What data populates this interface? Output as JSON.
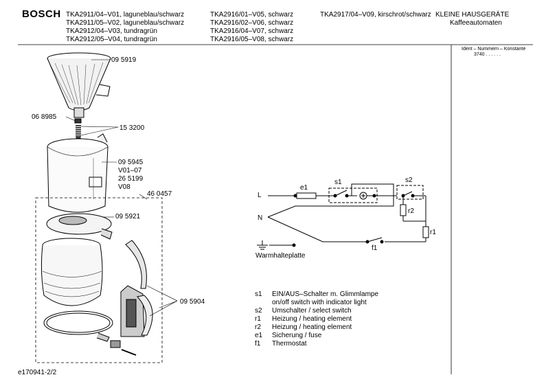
{
  "header": {
    "brand": "BOSCH",
    "models_col1": [
      "TKA2911/04–V01, laguneblau/schwarz",
      "TKA2911/05–V02, laguneblau/schwarz",
      "TKA2912/04–V03, tundragrün",
      "TKA2912/05–V04, tundragrün"
    ],
    "models_col2": [
      "TKA2916/01–V05, schwarz",
      "TKA2916/02–V06, schwarz",
      "TKA2916/04–V07, schwarz",
      "TKA2916/05–V08, schwarz"
    ],
    "model_col3": "TKA2917/04–V09, kirschrot/schwarz",
    "category": "KLEINE HAUSGERÄTE",
    "subcategory": "Kaffeeautomaten"
  },
  "ident": {
    "title": "Ident – Nummern – Konstante",
    "value": "3740 . . . . . ."
  },
  "parts": {
    "filter": "09 5919",
    "valve": "06 8985",
    "spring": "15 3200",
    "lid": "09 5945",
    "lid_v1": "V01–07",
    "lid_alt": "26 5199",
    "lid_v2": "V08",
    "jug_set": "46 0457",
    "jug_lid": "09 5921",
    "handle_parts": "09 5904"
  },
  "circuit": {
    "L": "L",
    "N": "N",
    "e1": "e1",
    "s1": "s1",
    "s2": "s2",
    "r1": "r1",
    "r2": "r2",
    "f1": "f1",
    "warm_label": "Warmhalteplatte"
  },
  "legend": [
    {
      "key": "s1",
      "text": "EIN/AUS–Schalter m. Glimmlampe"
    },
    {
      "key": "",
      "text": "on/off switch with indicator light"
    },
    {
      "key": "s2",
      "text": "Umschalter / select switch"
    },
    {
      "key": "r1",
      "text": "Heizung / heating element"
    },
    {
      "key": "r2",
      "text": "Heizung / heating element"
    },
    {
      "key": "e1",
      "text": "Sicherung / fuse"
    },
    {
      "key": "f1",
      "text": "Thermostat"
    }
  ],
  "footer": {
    "code": "e170941-2/2"
  }
}
